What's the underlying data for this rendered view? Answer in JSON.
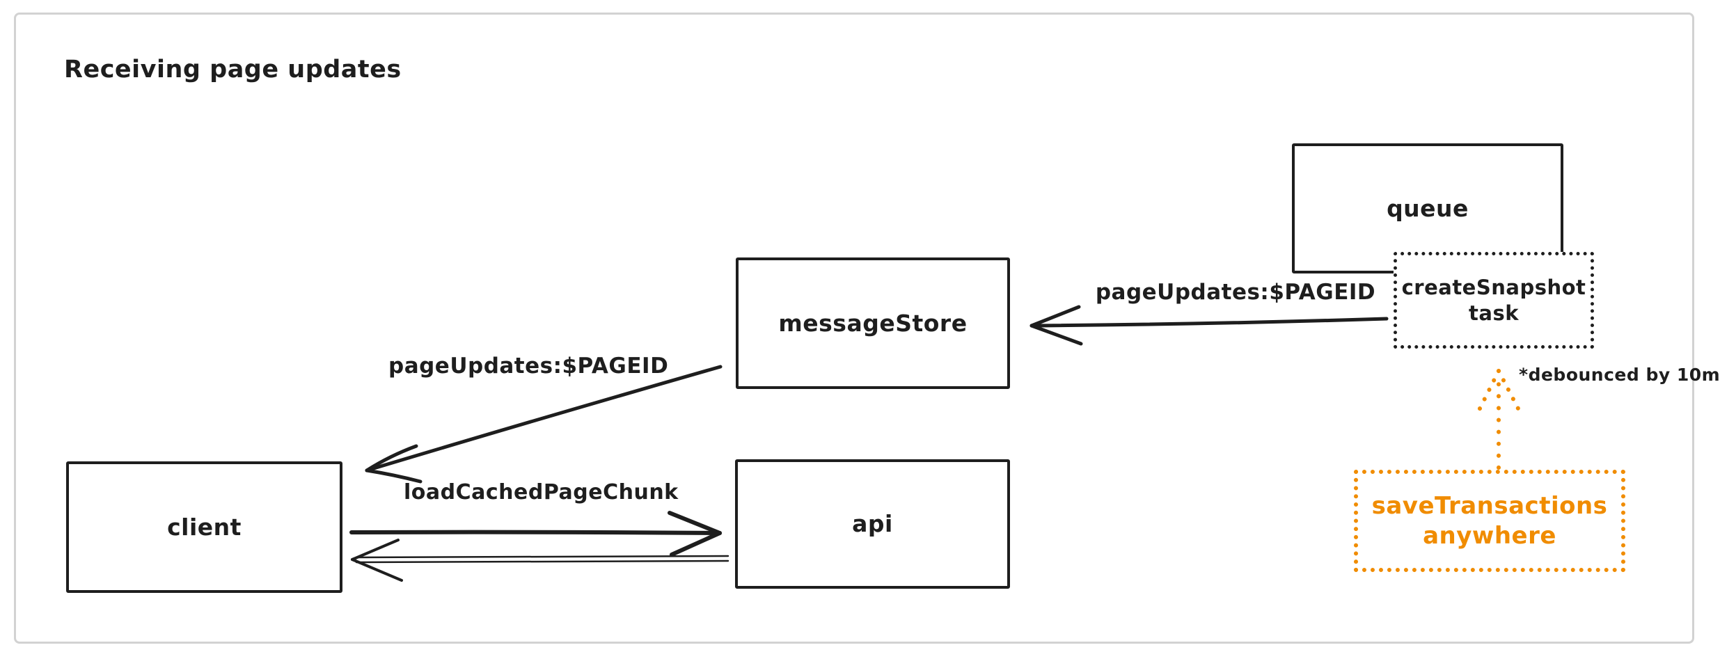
{
  "canvas": {
    "title": "Receiving page updates"
  },
  "nodes": {
    "queue": {
      "label": "queue"
    },
    "create_snapshot_task": {
      "label": "createSnapshot task"
    },
    "message_store": {
      "label": "messageStore"
    },
    "client": {
      "label": "client"
    },
    "api": {
      "label": "api"
    },
    "save_transactions": {
      "label": "saveTransactions anywhere"
    }
  },
  "edges": {
    "create_snapshot_to_message_store": {
      "label": "pageUpdates:$PAGEID"
    },
    "message_store_to_client": {
      "label": "pageUpdates:$PAGEID"
    },
    "client_to_api": {
      "label": "loadCachedPageChunk"
    },
    "save_transactions_to_create_snapshot_note": {
      "label": "*debounced by 10m"
    }
  },
  "colors": {
    "ink": "#1e1e1e",
    "accent_orange": "#f08c00",
    "frame_border": "#d2d2d2",
    "background": "#ffffff"
  }
}
